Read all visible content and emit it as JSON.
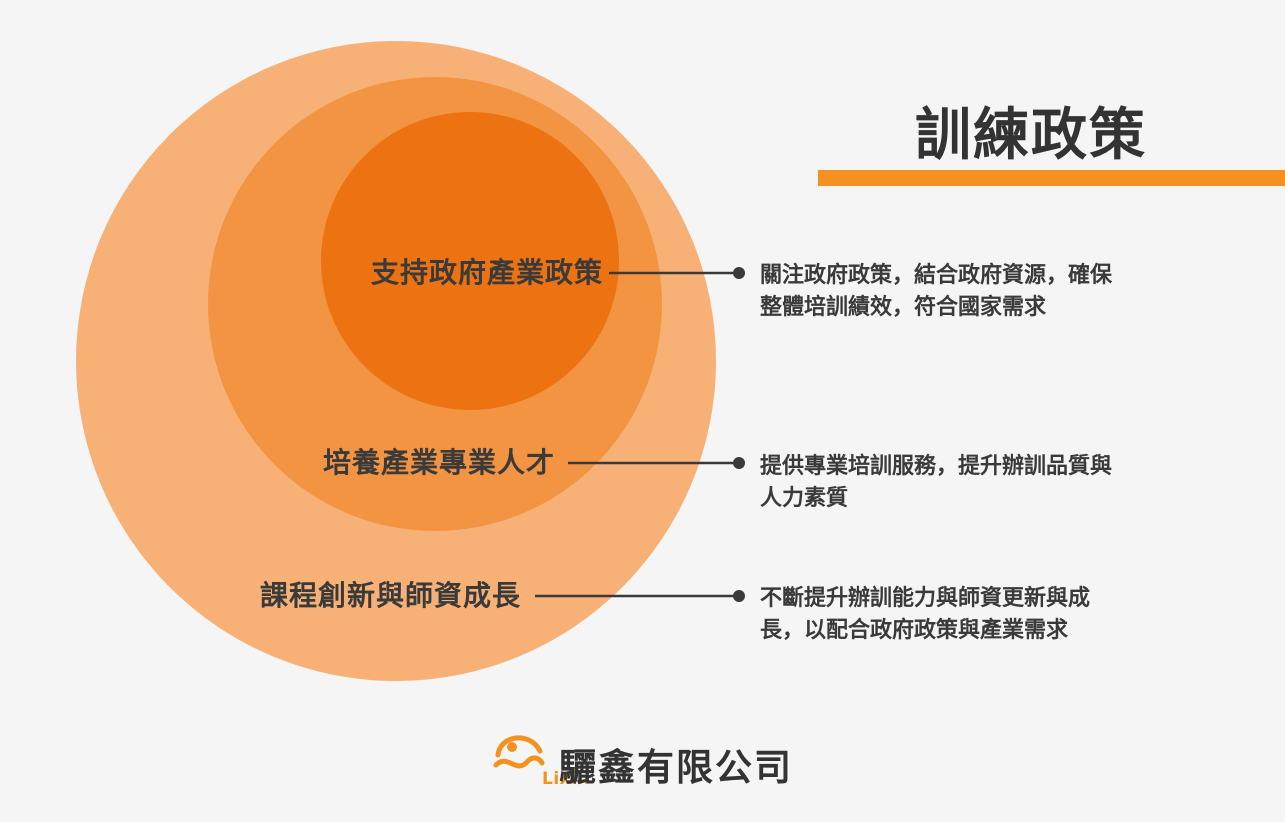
{
  "title": "訓練政策",
  "colors": {
    "outer": "#f7b176",
    "middle": "#f39443",
    "inner": "#ec7212",
    "accent": "#f39220",
    "line": "#3a3a3a"
  },
  "rings": {
    "inner": {
      "label": "支持政府產業政策",
      "desc_line1": "關注政府政策，結合政府資源，確保",
      "desc_line2": "整體培訓績效，符合國家需求"
    },
    "middle": {
      "label": "培養產業專業人才",
      "desc_line1": "提供專業培訓服務，提升辦訓品質與",
      "desc_line2": "人力素質"
    },
    "outer": {
      "label": "課程創新與師資成長",
      "desc_line1": "不斷提升辦訓能力與師資更新與成",
      "desc_line2": "長，以配合政府政策與產業需求"
    }
  },
  "footer": {
    "logo_icon": "lixin-logo-icon",
    "logo_text": "Lixin",
    "company": "驪鑫有限公司"
  }
}
